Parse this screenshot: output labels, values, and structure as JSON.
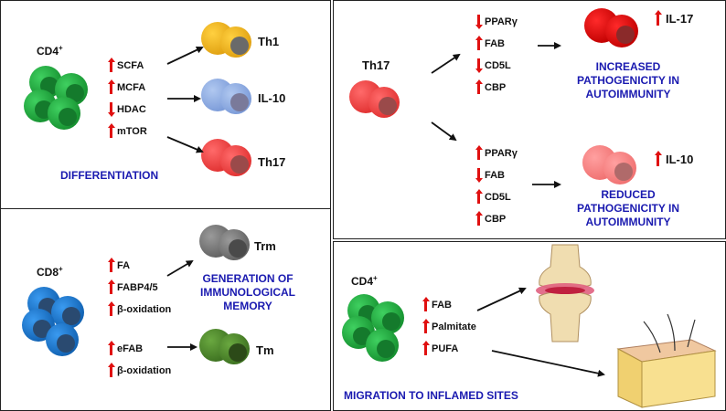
{
  "panel_differentiation": {
    "cell": "CD4",
    "cell_sup": "+",
    "factors": [
      {
        "label": "SCFA",
        "direction": "up"
      },
      {
        "label": "MCFA",
        "direction": "up"
      },
      {
        "label": "HDAC",
        "direction": "down"
      },
      {
        "label": "mTOR",
        "direction": "up"
      }
    ],
    "outcomes": [
      "Th1",
      "IL-10",
      "Th17"
    ],
    "title": "DIFFERENTIATION"
  },
  "panel_memory": {
    "cell": "CD8",
    "cell_sup": "+",
    "factors_top": [
      {
        "label": "FA",
        "direction": "up"
      },
      {
        "label": "FABP4/5",
        "direction": "up"
      },
      {
        "label": "β-oxidation",
        "direction": "up"
      }
    ],
    "factors_bottom": [
      {
        "label": "eFAB",
        "direction": "up"
      },
      {
        "label": "β-oxidation",
        "direction": "up"
      }
    ],
    "outcomes": [
      "Trm",
      "Tm"
    ],
    "title_lines": [
      "GENERATION OF",
      "IMMUNOLOGICAL",
      "MEMORY"
    ]
  },
  "panel_th17": {
    "cell": "Th17",
    "factors_top": [
      {
        "label": "PPARγ",
        "direction": "down"
      },
      {
        "label": "FAB",
        "direction": "up"
      },
      {
        "label": "CD5L",
        "direction": "down"
      },
      {
        "label": "CBP",
        "direction": "up"
      }
    ],
    "factors_bottom": [
      {
        "label": "PPARγ",
        "direction": "up"
      },
      {
        "label": "FAB",
        "direction": "down"
      },
      {
        "label": "CD5L",
        "direction": "up"
      },
      {
        "label": "CBP",
        "direction": "up"
      }
    ],
    "outcome_top": "IL-17",
    "outcome_bottom": "IL-10",
    "title_top_lines": [
      "INCREASED",
      "PATHOGENICITY IN",
      "AUTOIMMUNITY"
    ],
    "title_bottom_lines": [
      "REDUCED",
      "PATHOGENICITY IN",
      "AUTOIMMUNITY"
    ]
  },
  "panel_migration": {
    "cell": "CD4",
    "cell_sup": "+",
    "factors": [
      {
        "label": "FAB",
        "direction": "up"
      },
      {
        "label": "Palmitate",
        "direction": "up"
      },
      {
        "label": "PUFA",
        "direction": "up"
      }
    ],
    "title": "MIGRATION TO INFLAMED SITES"
  },
  "colors": {
    "cd4_green": "#22a040",
    "cd8_blue": "#1a7ad0",
    "th1_yellow": "#f2b820",
    "il10_lightblue": "#8fb0e0",
    "th17_red": "#f04a4a",
    "trm_grey": "#7a7a7a",
    "tm_green": "#4e8a2a",
    "th17_increased": "#e01010",
    "th17_reduced": "#f08080",
    "title_blue": "#1a1ab0",
    "arrow_red": "#e01010"
  }
}
